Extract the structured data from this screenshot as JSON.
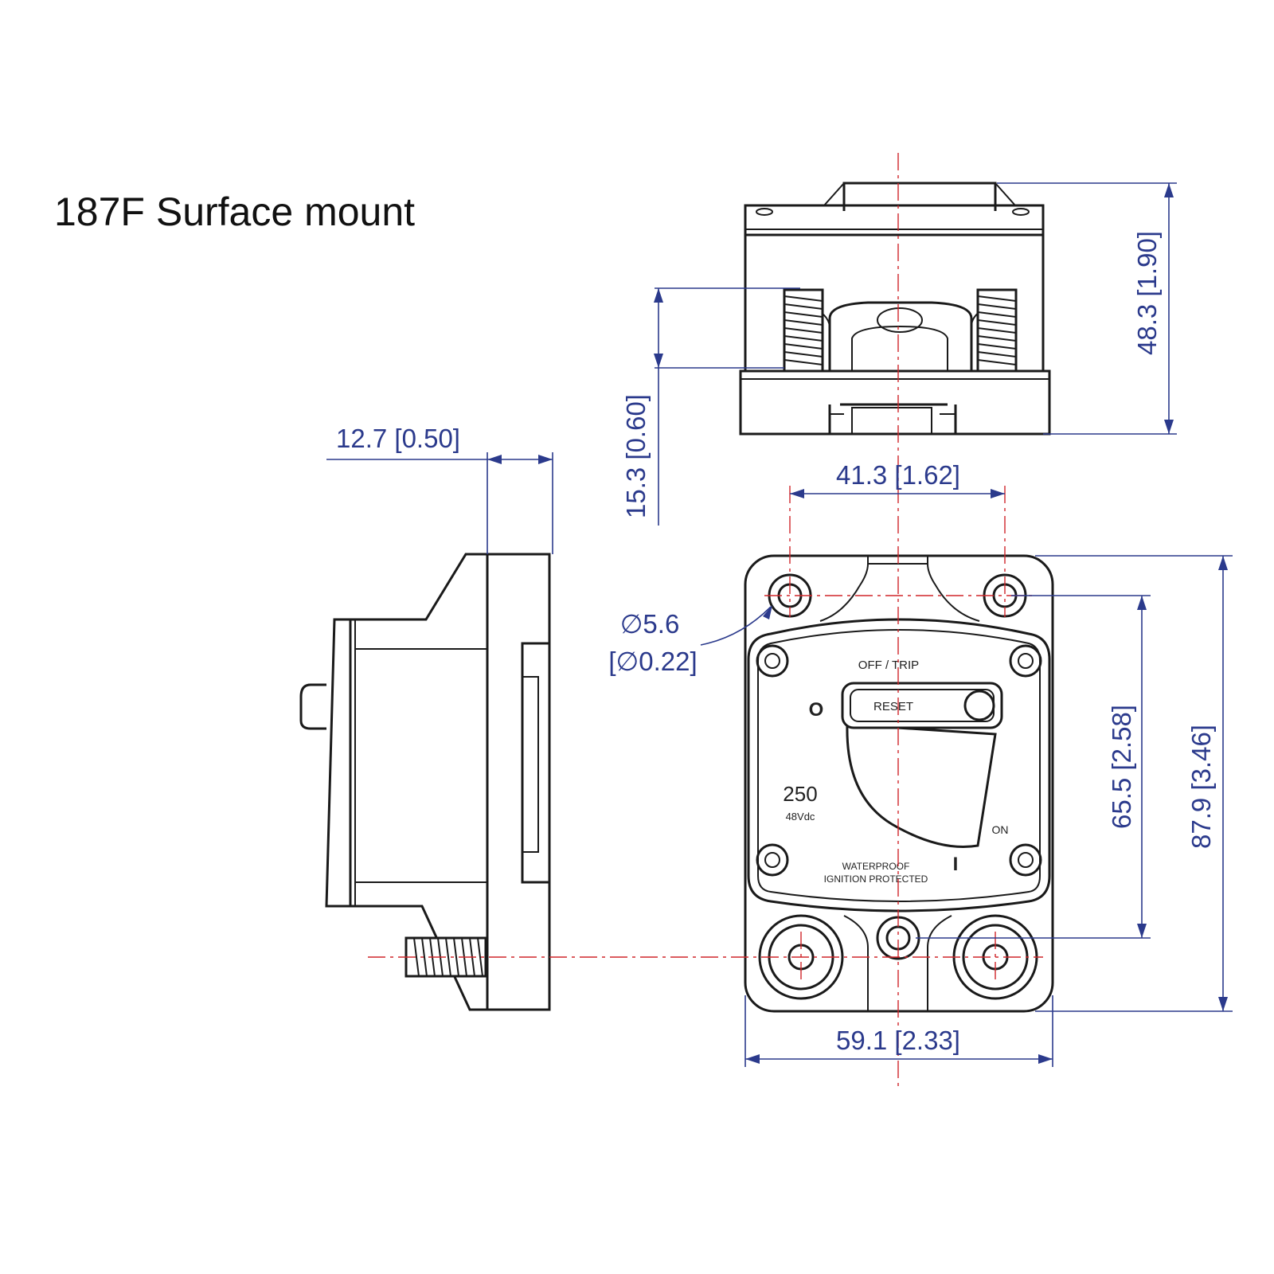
{
  "title": "187F  Surface mount",
  "colors": {
    "dimension": "#2b3a8c",
    "centerline": "#d0262a",
    "outline": "#1a1a1a"
  },
  "dimensions": {
    "top_height": "48.3 [1.90]",
    "stud_length": "15.3 [0.60]",
    "flange_depth": "12.7 [0.50]",
    "hole_spacing_width": "41.3 [1.62]",
    "hole_diameter_mm": "∅5.6",
    "hole_diameter_in": "[∅0.22]",
    "hole_spacing_height": "65.5 [2.58]",
    "overall_height": "87.9 [3.46]",
    "overall_width": "59.1 [2.33]"
  },
  "labels": {
    "off_trip": "OFF / TRIP",
    "reset": "RESET",
    "off_symbol": "O",
    "on_symbol": "I",
    "on": "ON",
    "rating": "250",
    "voltage": "48Vdc",
    "waterproof": "WATERPROOF",
    "ignition": "IGNITION  PROTECTED"
  }
}
